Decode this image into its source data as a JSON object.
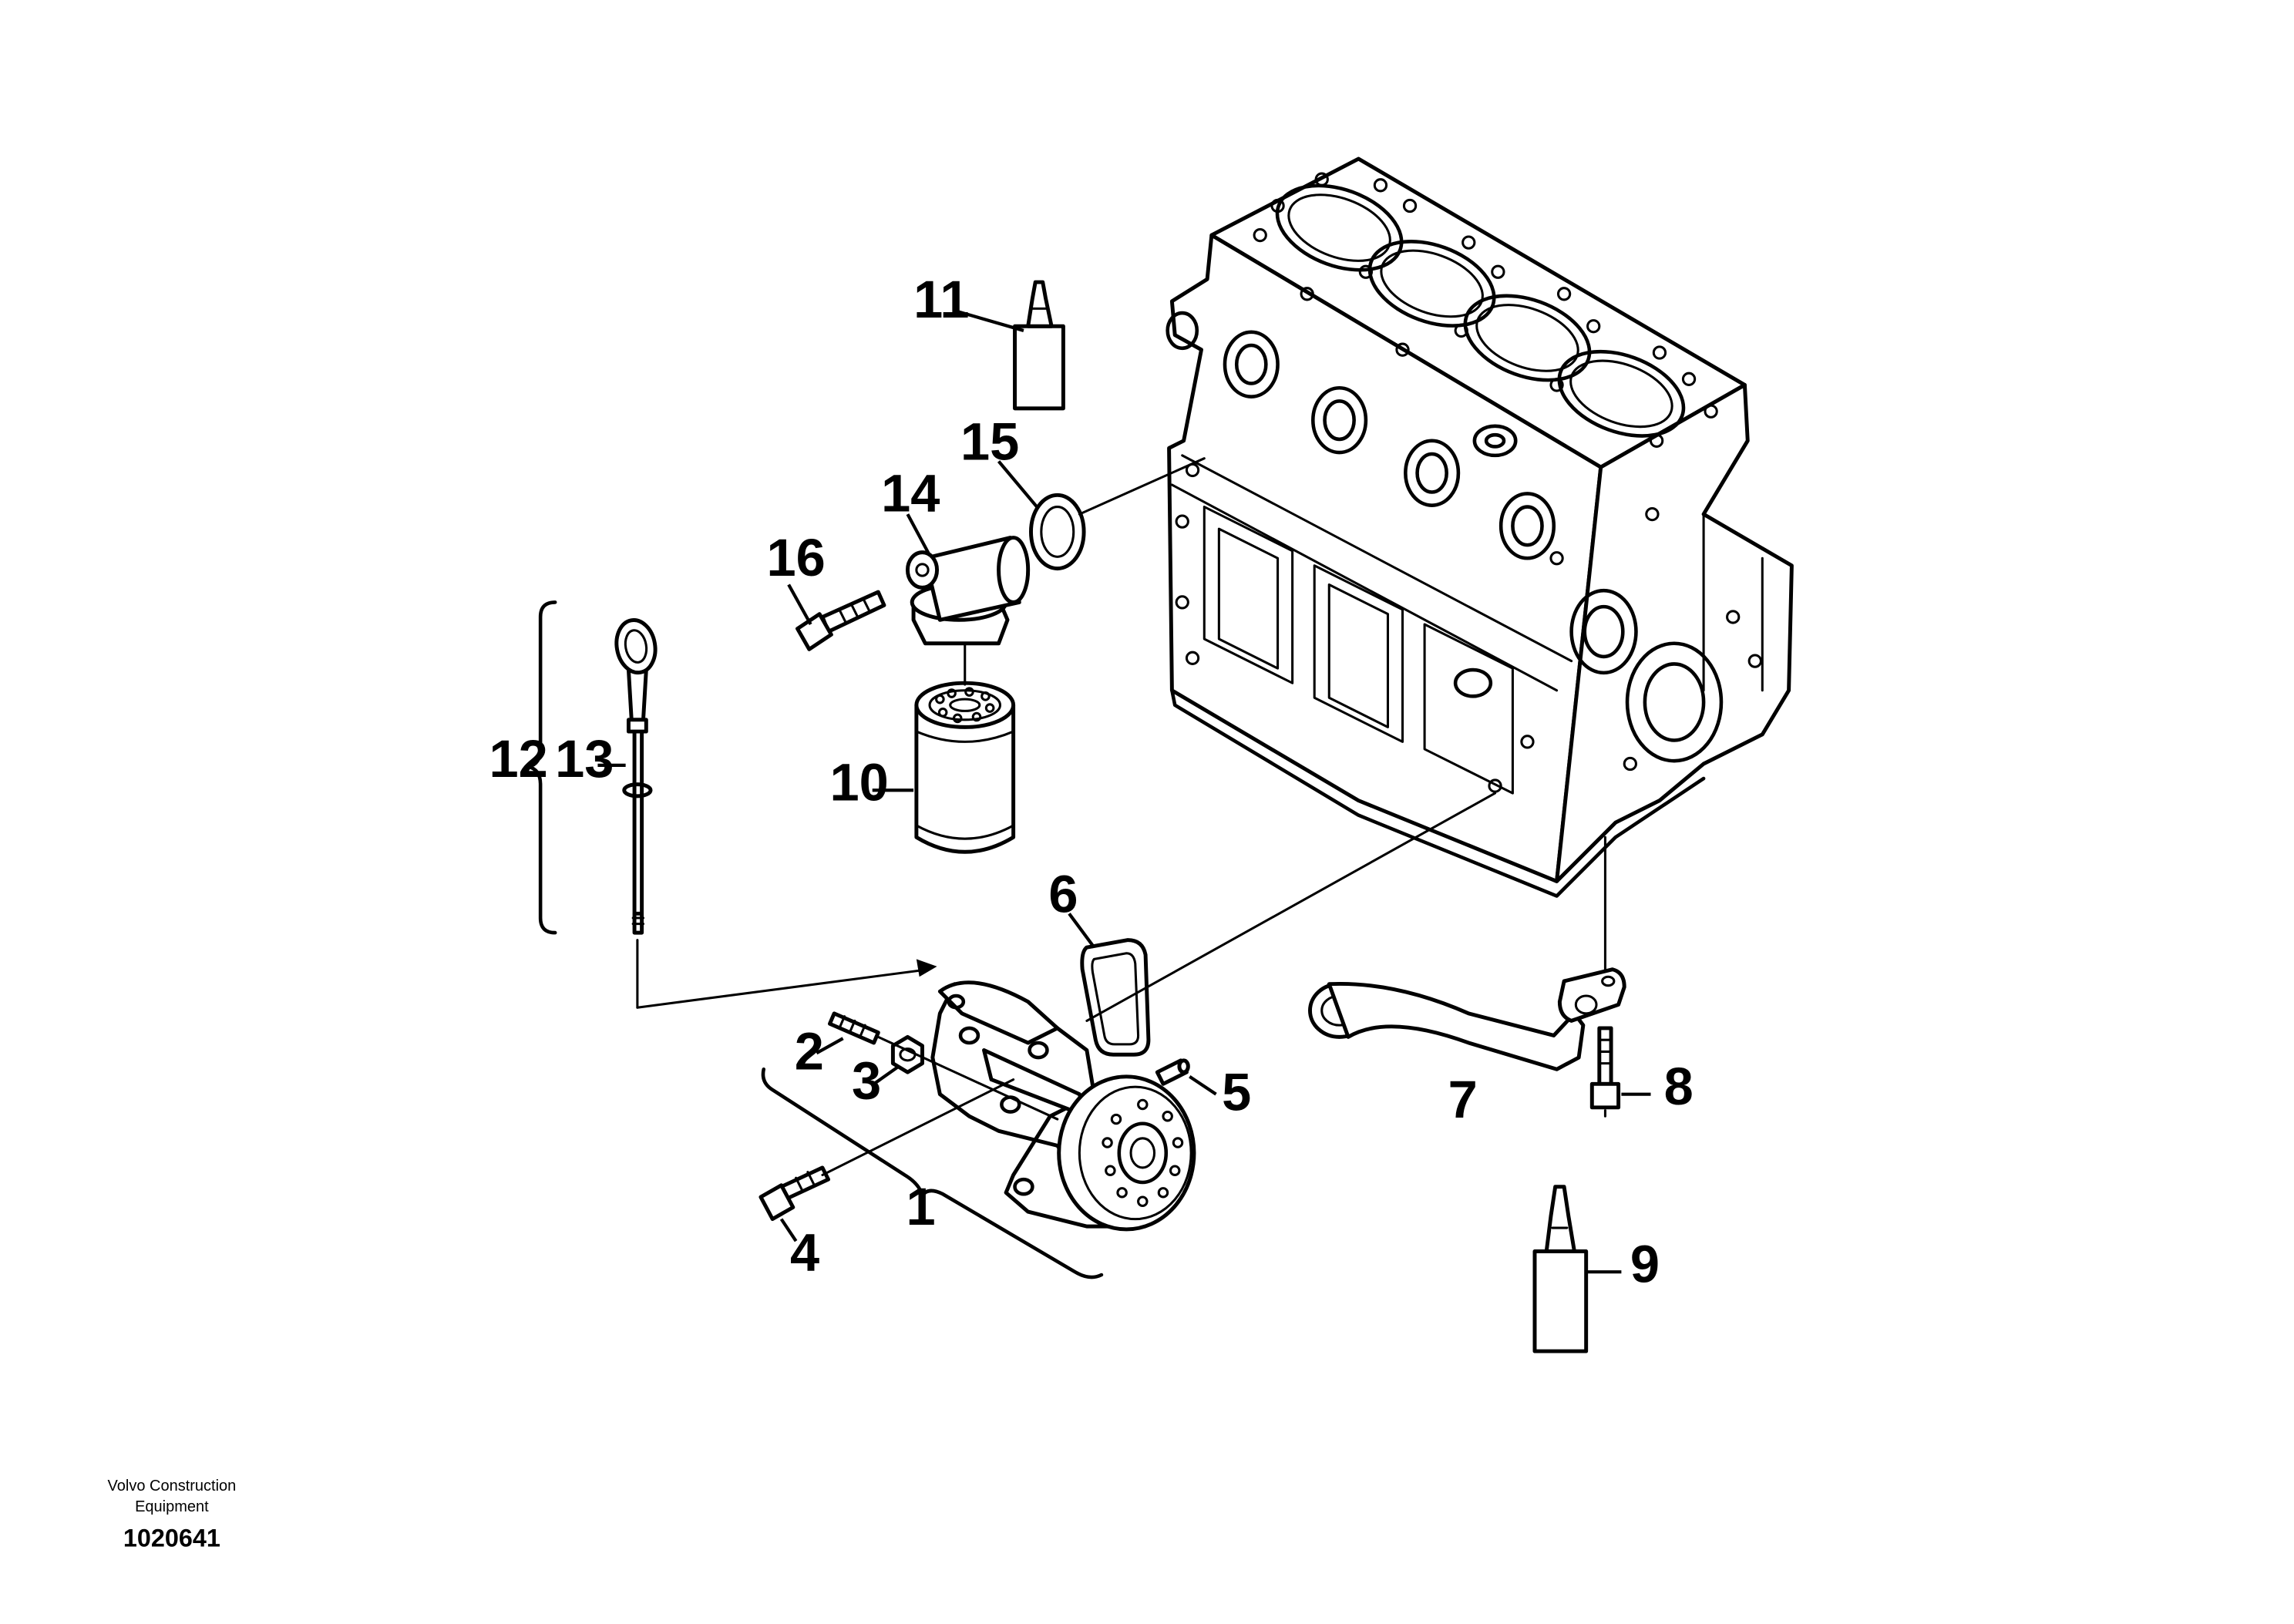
{
  "footer": {
    "brand_line1": "Volvo Construction",
    "brand_line2": "Equipment",
    "doc_number": "1020641"
  },
  "callouts": {
    "c1": "1",
    "c2": "2",
    "c3": "3",
    "c4": "4",
    "c5": "5",
    "c6": "6",
    "c7": "7",
    "c8": "8",
    "c9": "9",
    "c10": "10",
    "c11": "11",
    "c12": "12",
    "c13": "13",
    "c14": "14",
    "c15": "15",
    "c16": "16"
  }
}
